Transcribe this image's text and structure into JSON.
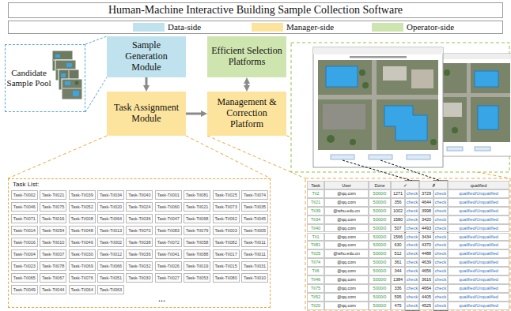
{
  "diagram": {
    "title": "Human-Machine Interactive Building Sample Collection Software",
    "nodes": [
      {
        "text": [
          "Candidate Sample Pool"
        ]
      },
      {
        "text": [
          "Sample Generation Module"
        ]
      },
      {
        "text": [
          "Efficient Selection Platforms"
        ]
      },
      {
        "text": [
          "Task Assignment Module"
        ]
      },
      {
        "text": [
          "Management & Correction Platform"
        ]
      },
      {
        "text": [
          "Task List:"
        ]
      },
      {
        "text": [
          "Task-TiI002"
        ],
        "in": 5
      },
      {
        "text": [
          "Task-TiI021"
        ],
        "in": 5
      },
      {
        "text": [
          "Task-TiI039"
        ],
        "in": 5
      },
      {
        "text": [
          "Task-TiI034"
        ],
        "in": 5
      },
      {
        "text": [
          "Task-TiI040"
        ],
        "in": 5
      },
      {
        "text": [
          "Task-TiI001"
        ],
        "in": 5
      },
      {
        "text": [
          "Task-TiI081"
        ],
        "in": 5
      },
      {
        "text": [
          "Task-TiI025"
        ],
        "in": 5
      },
      {
        "text": [
          "Task-TiI074"
        ],
        "in": 5
      },
      {
        "text": [
          "Task-TiI046"
        ],
        "in": 5
      },
      {
        "text": [
          "Task-TiI075"
        ],
        "in": 5
      },
      {
        "text": [
          "Task-TiI052"
        ],
        "in": 5
      },
      {
        "text": [
          "Task-TiI020"
        ],
        "in": 5
      },
      {
        "text": [
          "Task-TiI024"
        ],
        "in": 5
      },
      {
        "text": [
          "Task-TiI060"
        ],
        "in": 5
      },
      {
        "text": [
          "Task-TiI021"
        ],
        "in": 5
      },
      {
        "text": [
          "Task-TiI073"
        ],
        "in": 5
      },
      {
        "text": [
          "Task-TiI035"
        ],
        "in": 5
      },
      {
        "text": [
          "Task-TiI071"
        ],
        "in": 5
      },
      {
        "text": [
          "Task-TiI016"
        ],
        "in": 5
      },
      {
        "text": [
          "Task-TiI008"
        ],
        "in": 5
      },
      {
        "text": [
          "Task-TiI064"
        ],
        "in": 5
      },
      {
        "text": [
          "Task-TiI036"
        ],
        "in": 5
      },
      {
        "text": [
          "Task-TiI047"
        ],
        "in": 5
      },
      {
        "text": [
          "Task-TiI068"
        ],
        "in": 5
      },
      {
        "text": [
          "Task-TiI062"
        ],
        "in": 5
      },
      {
        "text": [
          "Task-TiI045"
        ],
        "in": 5
      },
      {
        "text": [
          "Task-TiI014"
        ],
        "in": 5
      },
      {
        "text": [
          "Task-TiI054"
        ],
        "in": 5
      },
      {
        "text": [
          "Task-TiI048"
        ],
        "in": 5
      },
      {
        "text": [
          "Task-TiI013"
        ],
        "in": 5
      },
      {
        "text": [
          "Task-TiI070"
        ],
        "in": 5
      },
      {
        "text": [
          "Task-TiI083"
        ],
        "in": 5
      },
      {
        "text": [
          "Task-TiI079"
        ],
        "in": 5
      },
      {
        "text": [
          "Task-TiI003"
        ],
        "in": 5
      },
      {
        "text": [
          "Task-TiI005"
        ],
        "in": 5
      },
      {
        "text": [
          "Task-TiI016"
        ],
        "in": 5
      },
      {
        "text": [
          "Task-TiI010"
        ],
        "in": 5
      },
      {
        "text": [
          "Task-TiI046"
        ],
        "in": 5
      },
      {
        "text": [
          "Task-TiI002"
        ],
        "in": 5
      },
      {
        "text": [
          "Task-TiI038"
        ],
        "in": 5
      },
      {
        "text": [
          "Task-TiI072"
        ],
        "in": 5
      },
      {
        "text": [
          "Task-TiI058"
        ],
        "in": 5
      },
      {
        "text": [
          "Task-TiI082"
        ],
        "in": 5
      },
      {
        "text": [
          "Task-TiI011"
        ],
        "in": 5
      },
      {
        "text": [
          "Task-TiI004"
        ],
        "in": 5
      },
      {
        "text": [
          "Task-TiI007"
        ],
        "in": 5
      },
      {
        "text": [
          "Task-TiI030"
        ],
        "in": 5
      },
      {
        "text": [
          "Task-TiI012"
        ],
        "in": 5
      },
      {
        "text": [
          "Task-TiI036"
        ],
        "in": 5
      },
      {
        "text": [
          "Task-TiI041"
        ],
        "in": 5
      },
      {
        "text": [
          "Task-TiI088"
        ],
        "in": 5
      },
      {
        "text": [
          "Task-TiI017"
        ],
        "in": 5
      },
      {
        "text": [
          "Task-TiI011"
        ],
        "in": 5
      },
      {
        "text": [
          "Task-TiI023"
        ],
        "in": 5
      },
      {
        "text": [
          "Task-TiI078"
        ],
        "in": 5
      },
      {
        "text": [
          "Task-TiI069"
        ],
        "in": 5
      },
      {
        "text": [
          "Task-TiI066"
        ],
        "in": 5
      },
      {
        "text": [
          "Task-TiI032"
        ],
        "in": 5
      },
      {
        "text": [
          "Task-TiI026"
        ],
        "in": 5
      },
      {
        "text": [
          "Task-TiI019"
        ],
        "in": 5
      },
      {
        "text": [
          "Task-TiI015"
        ],
        "in": 5
      },
      {
        "text": [
          "Task-TiI031"
        ],
        "in": 5
      },
      {
        "text": [
          "Task-TiI065"
        ],
        "in": 5
      },
      {
        "text": [
          "Task-TiI067"
        ],
        "in": 5
      },
      {
        "text": [
          "Task-TiI076"
        ],
        "in": 5
      },
      {
        "text": [
          "Task-TiI051"
        ],
        "in": 5
      },
      {
        "text": [
          "Task-TiI030"
        ],
        "in": 5
      },
      {
        "text": [
          "Task-TiI027"
        ],
        "in": 5
      },
      {
        "text": [
          "Task-TiI053"
        ],
        "in": 5
      },
      {
        "text": [
          "Task-TiI080"
        ],
        "in": 5
      },
      {
        "text": [
          "Task-TiI010"
        ],
        "in": 5
      },
      {
        "text": [
          "Task-TiI049"
        ],
        "in": 5
      },
      {
        "text": [
          "Task-TiI044"
        ],
        "in": 5
      },
      {
        "text": [
          "Task-TiI064"
        ],
        "in": 5
      },
      {
        "text": [
          "Task-TiI063"
        ],
        "in": 5
      }
    ],
    "edges": [
      {
        "from": 0,
        "to": 1,
        "arrow": "none"
      },
      {
        "from": 1,
        "to": 3,
        "arrow": "to"
      },
      {
        "from": 3,
        "to": 4,
        "arrow": "to"
      },
      {
        "from": 4,
        "to": 2,
        "arrow": "both"
      },
      {
        "from": 3,
        "to": 5,
        "arrow": "none"
      }
    ],
    "labels": [
      "...",
      "Task",
      "User",
      "Done",
      "✓",
      "✗",
      "qualified",
      "TiI2",
      "@qq.com",
      "5000/0",
      "1271",
      "check",
      "3729",
      "check",
      "qualified/Unqualified",
      "TiI21",
      "@qq.com",
      "5000/0",
      "356",
      "check",
      "4644",
      "check",
      "qualified/Unqualified",
      "TiI39",
      "@whu.edu.cn",
      "5000/0",
      "1002",
      "check",
      "3998",
      "check",
      "qualified/Unqualified",
      "TiI34",
      "@qq.com",
      "5000/0",
      "1580",
      "check",
      "3420",
      "check",
      "qualified/Unqualified",
      "TiI40",
      "@qq.com",
      "5000/0",
      "507",
      "check",
      "4493",
      "check",
      "qualified/Unqualified",
      "TiI1",
      "@qq.com",
      "5000/0",
      "1566",
      "check",
      "3434",
      "check",
      "qualified/Unqualified",
      "TiI81",
      "@qq.com",
      "5000/0",
      "630",
      "check",
      "4370",
      "check",
      "qualified/Unqualified",
      "TiI25",
      "@whu.edu.cn",
      "5000/0",
      "512",
      "check",
      "4488",
      "check",
      "qualified/Unqualified",
      "TiI74",
      "@qq.com",
      "5000/0",
      "361",
      "check",
      "4639",
      "check",
      "qualified/Unqualified",
      "TiI6",
      "@qq.com",
      "5000/0",
      "344",
      "check",
      "4656",
      "check",
      "qualified/Unqualified",
      "TiI46",
      "@qq.com",
      "5000/0",
      "1384",
      "check",
      "3616",
      "check",
      "qualified/Unqualified",
      "TiI75",
      "@qq.com",
      "5000/0",
      "336",
      "check",
      "4664",
      "check",
      "qualified/Unqualified",
      "TiI52",
      "@qq.com",
      "5000/0",
      "595",
      "check",
      "4405",
      "check",
      "qualified/Unqualified",
      "TiI20",
      "@qq.com",
      "5000/0",
      "475",
      "check",
      "4525",
      "check",
      "qualified/Unqualified"
    ],
    "legend": [
      {
        "text": "Data-side",
        "color": "#bfe2ee"
      },
      {
        "text": "Manager-side",
        "color": "#fde49e"
      },
      {
        "text": "Operator-side",
        "color": "#cfe5b0"
      }
    ]
  }
}
